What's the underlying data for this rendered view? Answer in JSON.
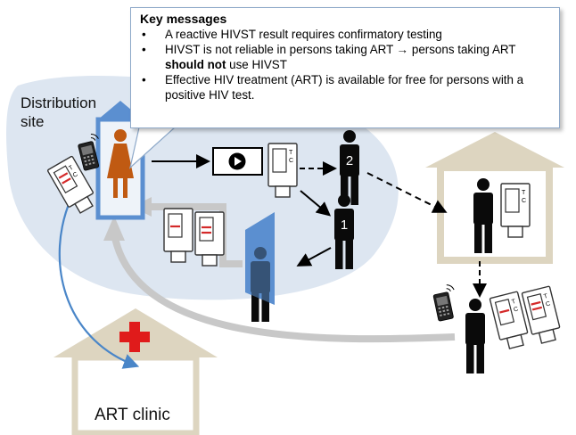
{
  "key_messages": {
    "title": "Key messages",
    "bullet_glyph": "•",
    "items": [
      {
        "text": "A reactive HIVST result requires confirmatory testing"
      },
      {
        "text": "HIVST is not reliable in persons taking ART → persons taking ART",
        "bold": "should not",
        "after": " use HIVST"
      },
      {
        "text": "Effective HIV treatment (ART) is available for free for persons with a positive HIV test."
      }
    ]
  },
  "labels": {
    "distribution_line1": "Distribution",
    "distribution_line2": "site",
    "art_clinic": "ART clinic",
    "person_1": "1",
    "person_2": "2",
    "test_t": "T",
    "test_c": "C"
  },
  "colors": {
    "site_blob": "#dde6f1",
    "house_fill": "#ddd5c0",
    "booth_blue": "#5b8fd0",
    "gray_arrow": "#c8c8c8",
    "blue_arrow": "#4a86c8",
    "red_line": "#d42a2a",
    "cross_red": "#e01b1b",
    "woman_orange": "#c05a12"
  }
}
